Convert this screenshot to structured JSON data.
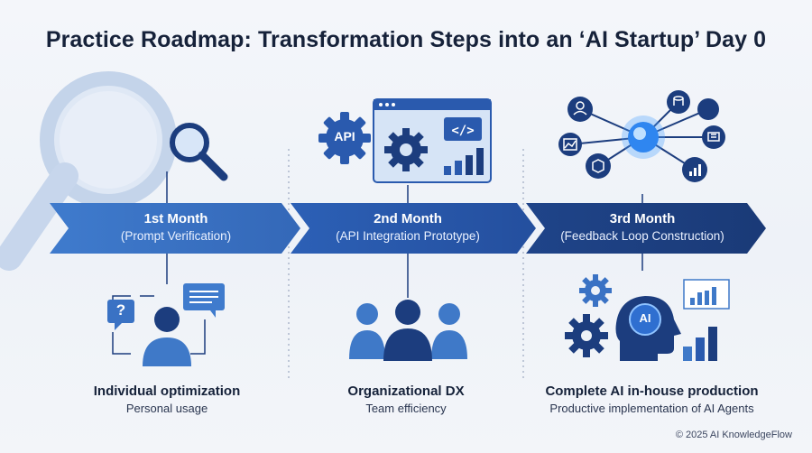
{
  "title": "Practice Roadmap: Transformation Steps into an ‘AI Startup’ Day 0",
  "phases": [
    {
      "month": "1st Month",
      "subtitle": "(Prompt Verification)",
      "outcome_title": "Individual optimization",
      "outcome_subtitle": "Personal usage"
    },
    {
      "month": "2nd Month",
      "subtitle": "(API Integration Prototype)",
      "outcome_title": "Organizational DX",
      "outcome_subtitle": "Team efficiency"
    },
    {
      "month": "3rd Month",
      "subtitle": "(Feedback Loop Construction)",
      "outcome_title": "Complete AI in-house production",
      "outcome_subtitle": "Productive implementation of AI Agents"
    }
  ],
  "icons": {
    "api_badge": "API",
    "ai_badge": "AI",
    "q_badge": "?"
  },
  "colors": {
    "phase1": "#3c74c4",
    "phase2": "#2a5aae",
    "phase3": "#1c3d7e",
    "dark_navy": "#1c3d7e",
    "accent_glow": "#4fa3ff",
    "mid_blue": "#3f79c8"
  },
  "copyright": "© 2025 AI KnowledgeFlow"
}
